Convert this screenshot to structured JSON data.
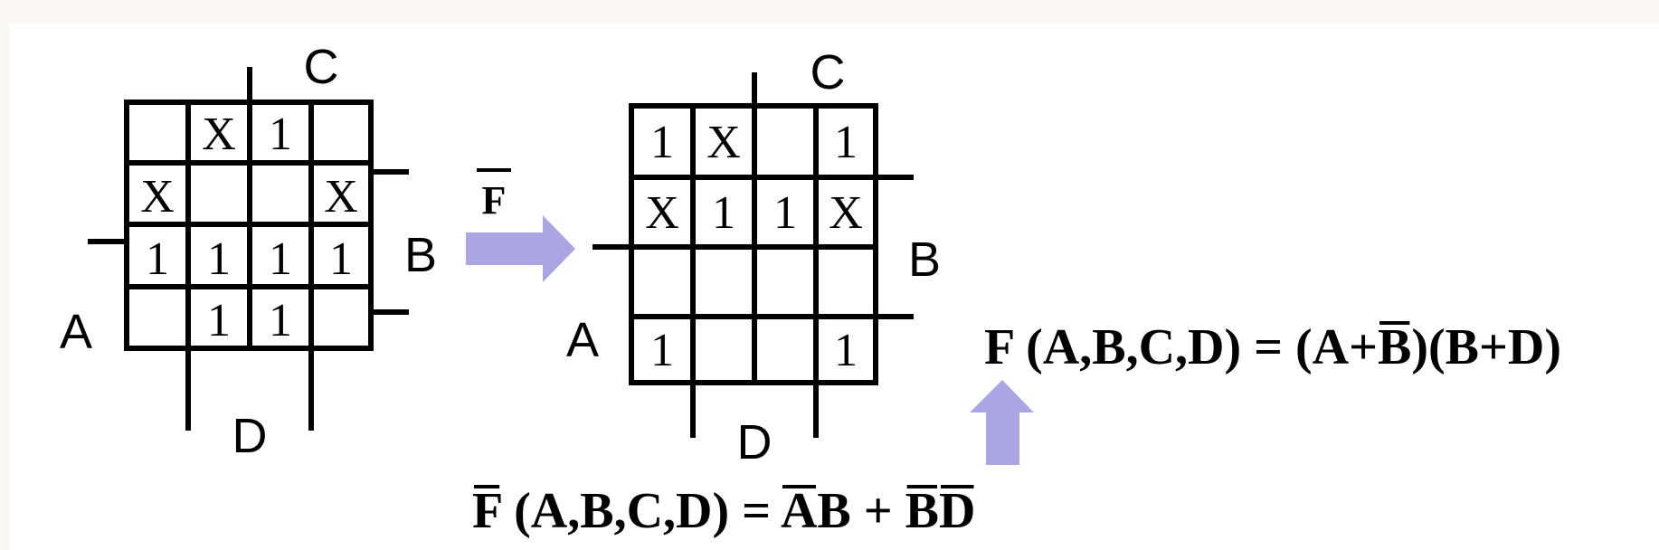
{
  "kmap_left": {
    "cells": [
      [
        "",
        "X",
        "1",
        ""
      ],
      [
        "X",
        "",
        "",
        "X"
      ],
      [
        "1",
        "1",
        "1",
        "1"
      ],
      [
        "",
        "1",
        "1",
        ""
      ]
    ],
    "labels": {
      "A": "A",
      "B": "B",
      "C": "C",
      "D": "D"
    }
  },
  "kmap_right": {
    "cells": [
      [
        "1",
        "X",
        "",
        "1"
      ],
      [
        "X",
        "1",
        "1",
        "X"
      ],
      [
        "",
        "",
        "",
        ""
      ],
      [
        "1",
        "",
        "",
        "1"
      ]
    ],
    "labels": {
      "A": "A",
      "B": "B",
      "C": "C",
      "D": "D"
    }
  },
  "arrow_label": "F",
  "equation_fbar": {
    "lhs_var": "F",
    "args": " (A,B,C,D) = ",
    "t1a": "A",
    "t1b": "B",
    "plus": " + ",
    "t2a": "B",
    "t2b": "D"
  },
  "equation_f": {
    "lhs": "F (A,B,C,D) = (A+",
    "bar_var": "B",
    "rest": ")(B+D)"
  },
  "colors": {
    "arrow": "#a9a6e3",
    "background": "#fdf7f3",
    "panel": "#ffffff"
  }
}
